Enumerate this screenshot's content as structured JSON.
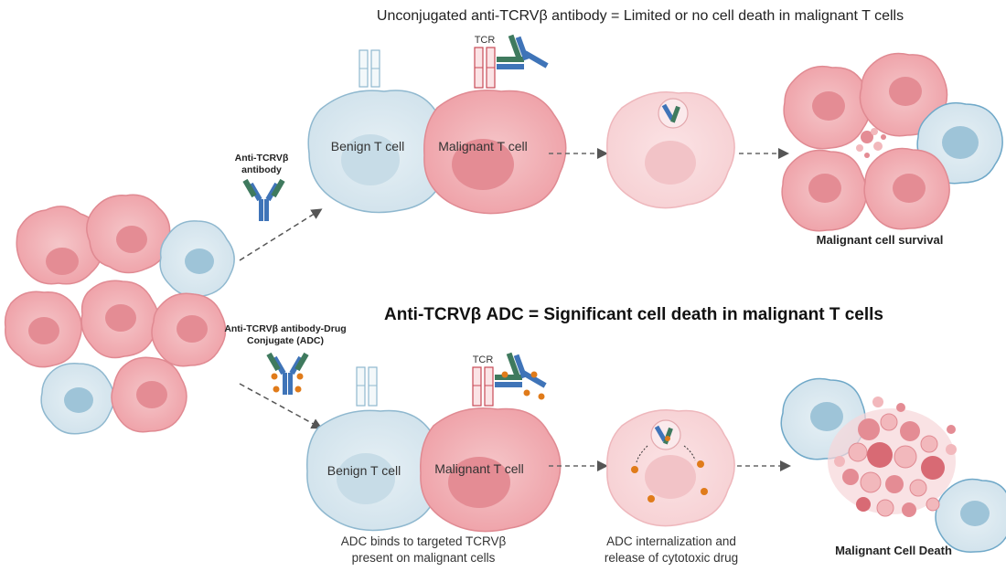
{
  "titles": {
    "top": "Unconjugated anti-TCRVβ antibody = Limited or no cell death in malignant T cells",
    "middle": "Anti-TCRVβ ADC = Significant cell death in malignant T cells"
  },
  "antibody_labels": {
    "unconjugated_line1": "Anti-TCRVβ",
    "unconjugated_line2": "antibody",
    "adc_line1": "Anti-TCRVβ antibody-Drug",
    "adc_line2": "Conjugate (ADC)"
  },
  "cells": {
    "benign": "Benign T cell",
    "malignant": "Malignant T cell",
    "tcr": "TCR"
  },
  "captions": {
    "binds_line1": "ADC binds to targeted TCRVβ",
    "binds_line2": "present on malignant cells",
    "internal_line1": "ADC internalization and",
    "internal_line2": "release of cytotoxic drug"
  },
  "outcomes": {
    "survival": "Malignant cell survival",
    "death": "Malignant Cell Death"
  },
  "colors": {
    "benign_fill": "#dce9f0",
    "benign_stroke": "#8fb8cf",
    "malignant_fill": "#f2b8bc",
    "malignant_stroke": "#e08a92",
    "antibody_blue": "#3f74b8",
    "antibody_green": "#3f7a5e",
    "drug_orange": "#e07b1a"
  }
}
